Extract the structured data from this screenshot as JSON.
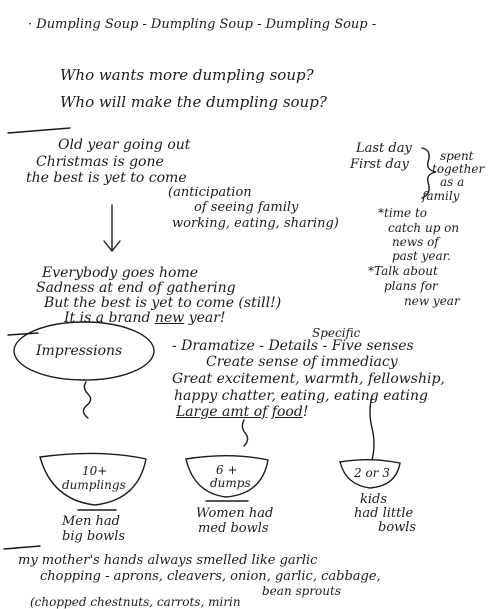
{
  "top": {
    "title_line": "· Dumpling Soup - Dumpling Soup - Dumpling Soup -",
    "q1": "Who wants more dumpling soup?",
    "q2": "Who will make the dumpling soup?"
  },
  "left_notes": {
    "l1": "Old year going out",
    "l2": "Christmas is gone",
    "l3": "the best is yet to come",
    "l4": "(anticipation",
    "l5": "of seeing family",
    "l6": "working, eating, sharing)"
  },
  "right_notes": {
    "last_day": "Last day",
    "first_day": "First day",
    "spent": "spent",
    "together": "together",
    "as_a": "as a",
    "family": "family",
    "time_to": "*time to",
    "catch_up_on": "catch up on",
    "news_of": "news of",
    "past_year": "past year.",
    "talk_about": "*Talk about",
    "plans_for": "plans for",
    "new_year": "new year"
  },
  "middle_notes": {
    "l1": "Everybody goes home",
    "l2": "Sadness at end of gathering",
    "l3": "But the best is yet to come (still!)",
    "l4_a": "It is a brand",
    "l4_b": "new",
    "l4_c": "year!"
  },
  "impressions": {
    "label": "Impressions",
    "specific": "Specific",
    "h1": "- Dramatize - Details - Five senses",
    "h2": "Create sense of immediacy",
    "h3": "Great excitement, warmth, fellowship,",
    "h4": "happy chatter, eating, eating eating",
    "h5_a": "Large amt of",
    "h5_b": "food",
    "h5_c": "!"
  },
  "bowls": {
    "b1_in1": "10+",
    "b1_in2": "dumplings",
    "b1_cap1": "Men had",
    "b1_cap2": "big bowls",
    "b2_in1": "6 +",
    "b2_in2": "dumps",
    "b2_cap1": "Women had",
    "b2_cap2": "med bowls",
    "b3_in1": "2 or 3",
    "b3_cap1": "kids",
    "b3_cap2": "had little",
    "b3_cap3": "bowls"
  },
  "bottom": {
    "l1": "my mother's hands always smelled like garlic",
    "l2": "chopping - aprons, cleavers, onion, garlic, cabbage,",
    "l3": "bean sprouts",
    "l4": "(chopped chestnuts, carrots, mirin"
  }
}
